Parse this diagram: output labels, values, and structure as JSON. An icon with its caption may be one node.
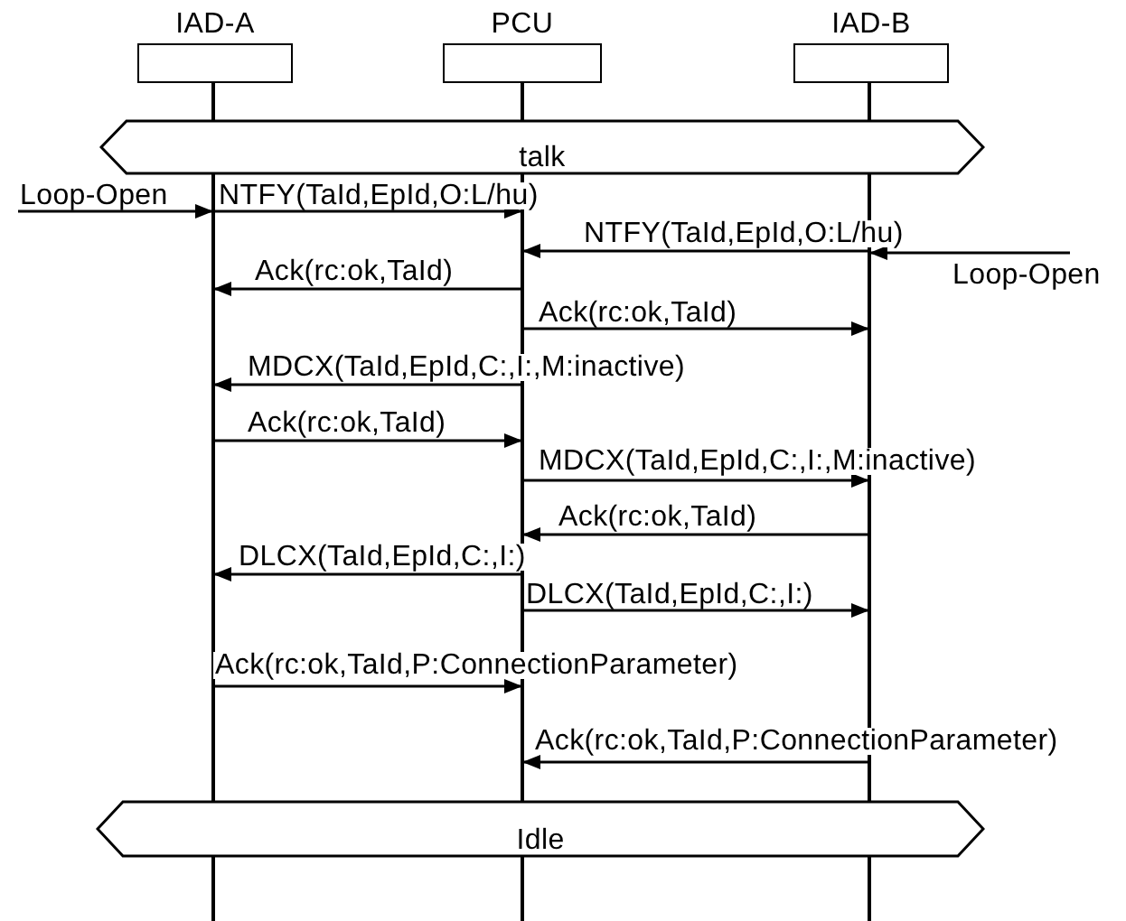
{
  "diagram": {
    "nodes": [
      {
        "text": [
          "IAD-A"
        ]
      },
      {
        "text": [
          "PCU"
        ]
      },
      {
        "text": [
          "IAD-B"
        ]
      },
      {
        "text": [
          "talk"
        ]
      },
      {
        "text": [
          "Idle"
        ]
      }
    ],
    "edges": [
      {
        "from": null,
        "to": 0,
        "arrow": "to",
        "label": "Loop-Open"
      },
      {
        "from": 0,
        "to": 1,
        "arrow": "to",
        "label": "NTFY(TaId,EpId,O:L/hu)"
      },
      {
        "from": 2,
        "to": 1,
        "arrow": "to",
        "label": "NTFY(TaId,EpId,O:L/hu)"
      },
      {
        "from": null,
        "to": 2,
        "arrow": "to",
        "label": "Loop-Open"
      },
      {
        "from": 1,
        "to": 0,
        "arrow": "to",
        "label": "Ack(rc:ok,TaId)"
      },
      {
        "from": 1,
        "to": 2,
        "arrow": "to",
        "label": "Ack(rc:ok,TaId)"
      },
      {
        "from": 1,
        "to": 0,
        "arrow": "to",
        "label": "MDCX(TaId,EpId,C:,I:,M:inactive)"
      },
      {
        "from": 0,
        "to": 1,
        "arrow": "to",
        "label": "Ack(rc:ok,TaId)"
      },
      {
        "from": 1,
        "to": 2,
        "arrow": "to",
        "label": "MDCX(TaId,EpId,C:,I:,M:inactive)"
      },
      {
        "from": 2,
        "to": 1,
        "arrow": "to",
        "label": "Ack(rc:ok,TaId)"
      },
      {
        "from": 1,
        "to": 0,
        "arrow": "to",
        "label": "DLCX(TaId,EpId,C:,I:)"
      },
      {
        "from": 1,
        "to": 2,
        "arrow": "to",
        "label": "DLCX(TaId,EpId,C:,I:)"
      },
      {
        "from": 0,
        "to": 1,
        "arrow": "to",
        "label": "Ack(rc:ok,TaId,P:ConnectionParameter)"
      },
      {
        "from": 2,
        "to": 1,
        "arrow": "to",
        "label": "Ack(rc:ok,TaId,P:ConnectionParameter)"
      }
    ]
  }
}
